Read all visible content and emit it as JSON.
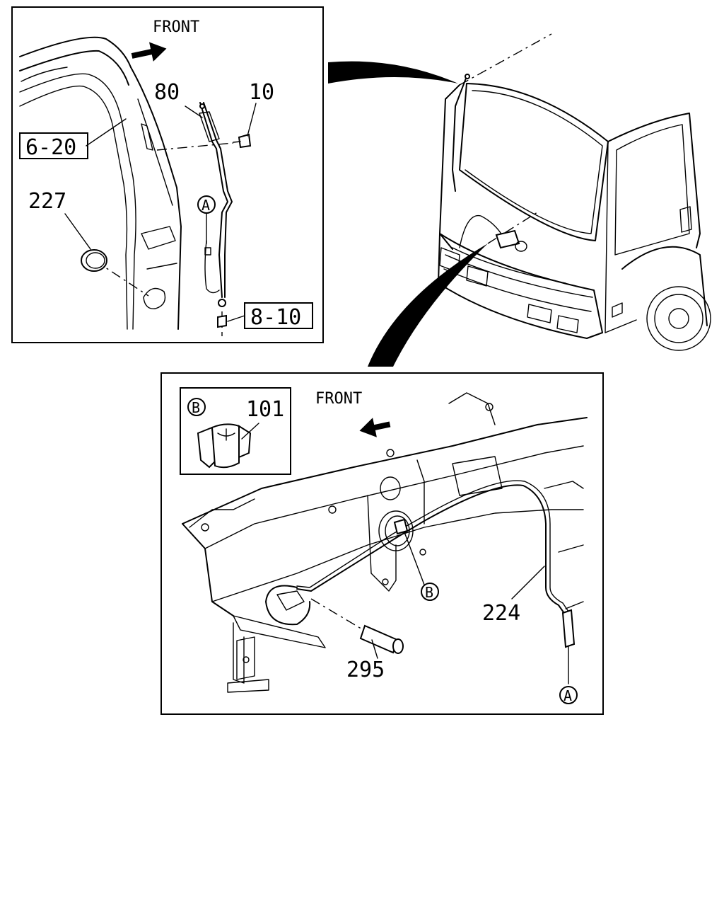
{
  "top_panel": {
    "direction_label": "FRONT",
    "callouts": {
      "antenna": "80",
      "bolt": "10",
      "ref_body": "6-20",
      "grommet": "227",
      "ref_lower": "8-10",
      "connector_a": "A"
    }
  },
  "bottom_panel": {
    "direction_label": "FRONT",
    "detail_b": {
      "marker": "B",
      "clip": "101"
    },
    "callouts": {
      "clip_marker": "B",
      "cable": "224",
      "tube": "295",
      "connector_a": "A"
    }
  }
}
